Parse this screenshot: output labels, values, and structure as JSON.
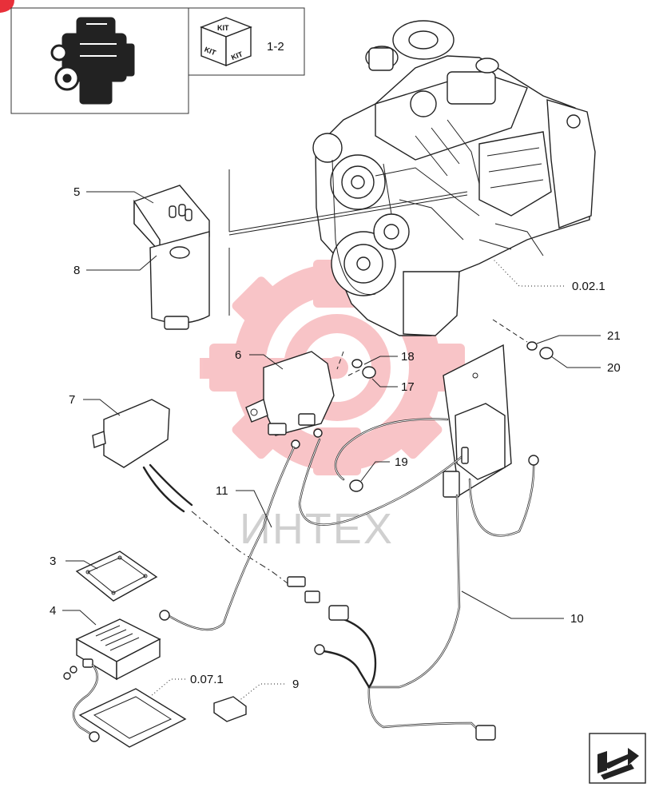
{
  "header": {
    "kit_label": "KIT",
    "kit_range": "1-2"
  },
  "watermark": {
    "text": "ИНТЕХ",
    "logo_color": "#e8303a"
  },
  "callouts": {
    "c1": "5",
    "c2": "8",
    "c3": "6",
    "c4": "7",
    "c5": "18",
    "c6": "17",
    "c7": "21",
    "c8": "20",
    "c9": "0.02.1",
    "c10": "19",
    "c11": "11",
    "c12": "3",
    "c13": "4",
    "c14": "0.07.1",
    "c15": "9",
    "c16": "10"
  },
  "nav": {
    "icon": "arrow-forward-icon"
  }
}
